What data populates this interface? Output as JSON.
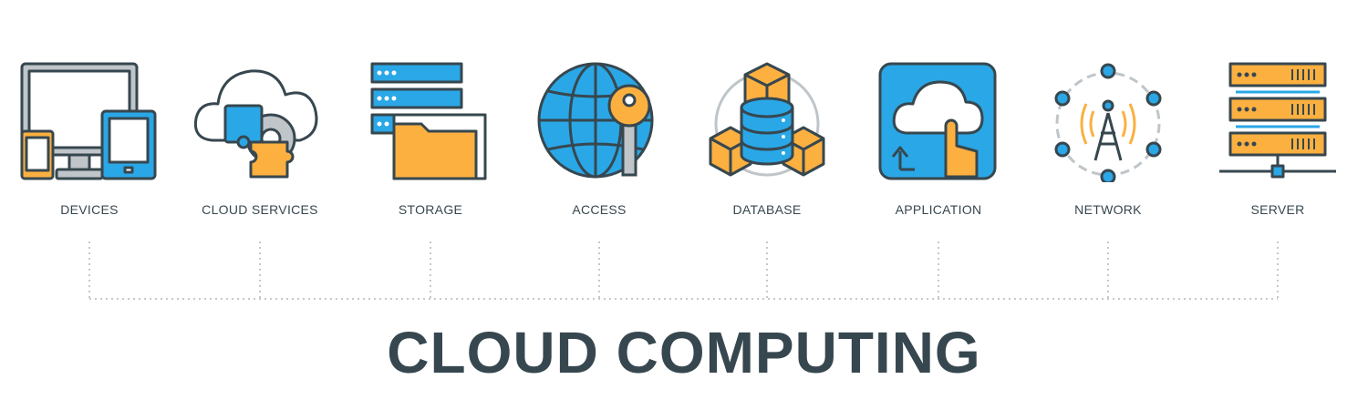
{
  "title": "CLOUD COMPUTING",
  "colors": {
    "outline": "#37474f",
    "blue": "#2aa7e6",
    "orange": "#fbb040",
    "gray": "#bfc5c9"
  },
  "items": [
    {
      "label": "DEVICES",
      "icon": "devices-icon"
    },
    {
      "label": "CLOUD SERVICES",
      "icon": "cloud-services-icon"
    },
    {
      "label": "STORAGE",
      "icon": "storage-icon"
    },
    {
      "label": "ACCESS",
      "icon": "access-icon"
    },
    {
      "label": "DATABASE",
      "icon": "database-icon"
    },
    {
      "label": "APPLICATION",
      "icon": "application-icon"
    },
    {
      "label": "NETWORK",
      "icon": "network-icon"
    },
    {
      "label": "SERVER",
      "icon": "server-icon"
    }
  ]
}
